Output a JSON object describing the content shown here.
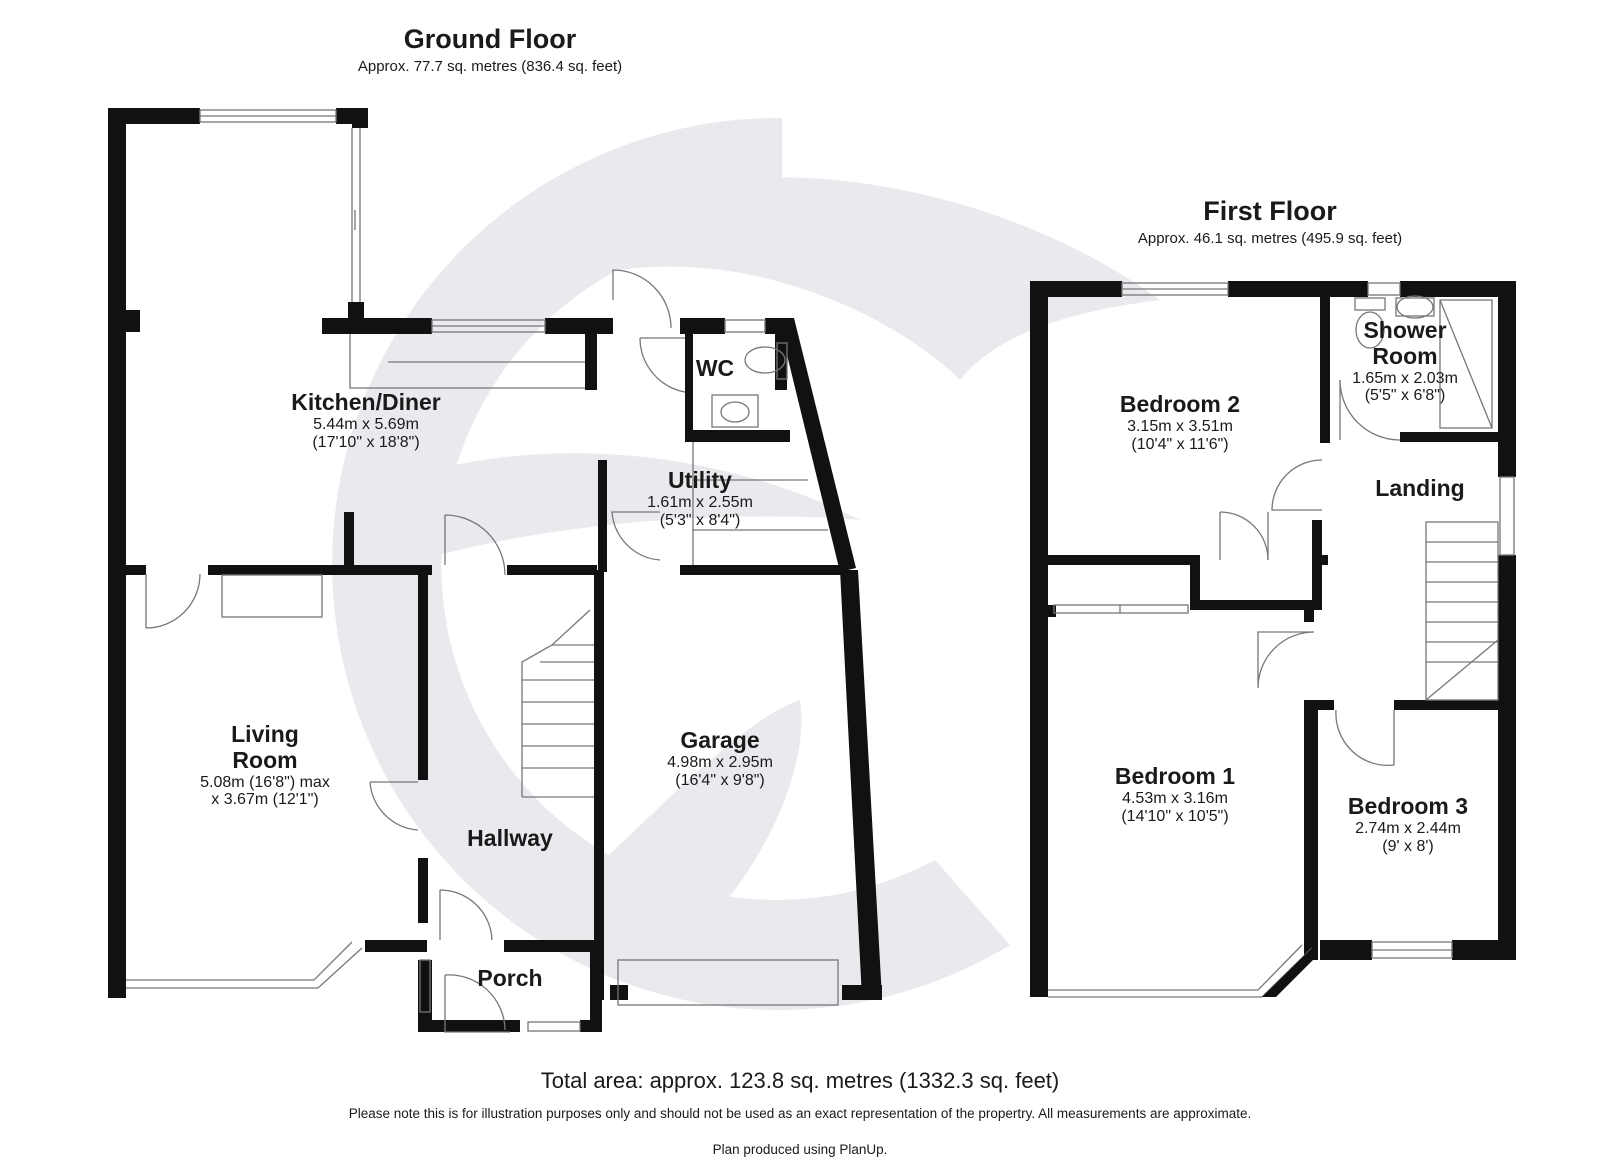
{
  "ground_floor": {
    "title": "Ground Floor",
    "area": "Approx. 77.7 sq. metres (836.4 sq. feet)",
    "rooms": {
      "kitchen": {
        "name": "Kitchen/Diner",
        "dim1": "5.44m x 5.69m",
        "dim2": "(17'10\" x 18'8\")"
      },
      "wc": {
        "name": "WC"
      },
      "utility": {
        "name": "Utility",
        "dim1": "1.61m x 2.55m",
        "dim2": "(5'3\" x 8'4\")"
      },
      "living": {
        "name1": "Living",
        "name2": "Room",
        "dim1": "5.08m (16'8\") max",
        "dim2": "x 3.67m (12'1\")"
      },
      "hallway": {
        "name": "Hallway"
      },
      "garage": {
        "name": "Garage",
        "dim1": "4.98m x 2.95m",
        "dim2": "(16'4\" x 9'8\")"
      },
      "porch": {
        "name": "Porch"
      }
    }
  },
  "first_floor": {
    "title": "First Floor",
    "area": "Approx. 46.1 sq. metres (495.9 sq. feet)",
    "rooms": {
      "bedroom2": {
        "name": "Bedroom 2",
        "dim1": "3.15m x 3.51m",
        "dim2": "(10'4\" x 11'6\")"
      },
      "shower": {
        "name1": "Shower",
        "name2": "Room",
        "dim1": "1.65m x 2.03m",
        "dim2": "(5'5\" x 6'8\")"
      },
      "landing": {
        "name": "Landing"
      },
      "bedroom1": {
        "name": "Bedroom 1",
        "dim1": "4.53m x 3.16m",
        "dim2": "(14'10\" x 10'5\")"
      },
      "bedroom3": {
        "name": "Bedroom 3",
        "dim1": "2.74m x 2.44m",
        "dim2": "(9' x 8')"
      }
    }
  },
  "total": "Total area: approx. 123.8 sq. metres (1332.3 sq. feet)",
  "note": "Please note this is for illustration purposes only and should not be used as an exact representation of the propertry. All measurements are approximate.",
  "credit": "Plan produced using PlanUp.",
  "colors": {
    "wall": "#111111",
    "thin": "#8a8a8a",
    "watermark": "#e9e9ee"
  },
  "icons": [
    "watermark-logo",
    "window-icon",
    "door-swing-icon",
    "toilet-icon",
    "basin-icon",
    "shower-tray-icon",
    "staircase-icon"
  ]
}
